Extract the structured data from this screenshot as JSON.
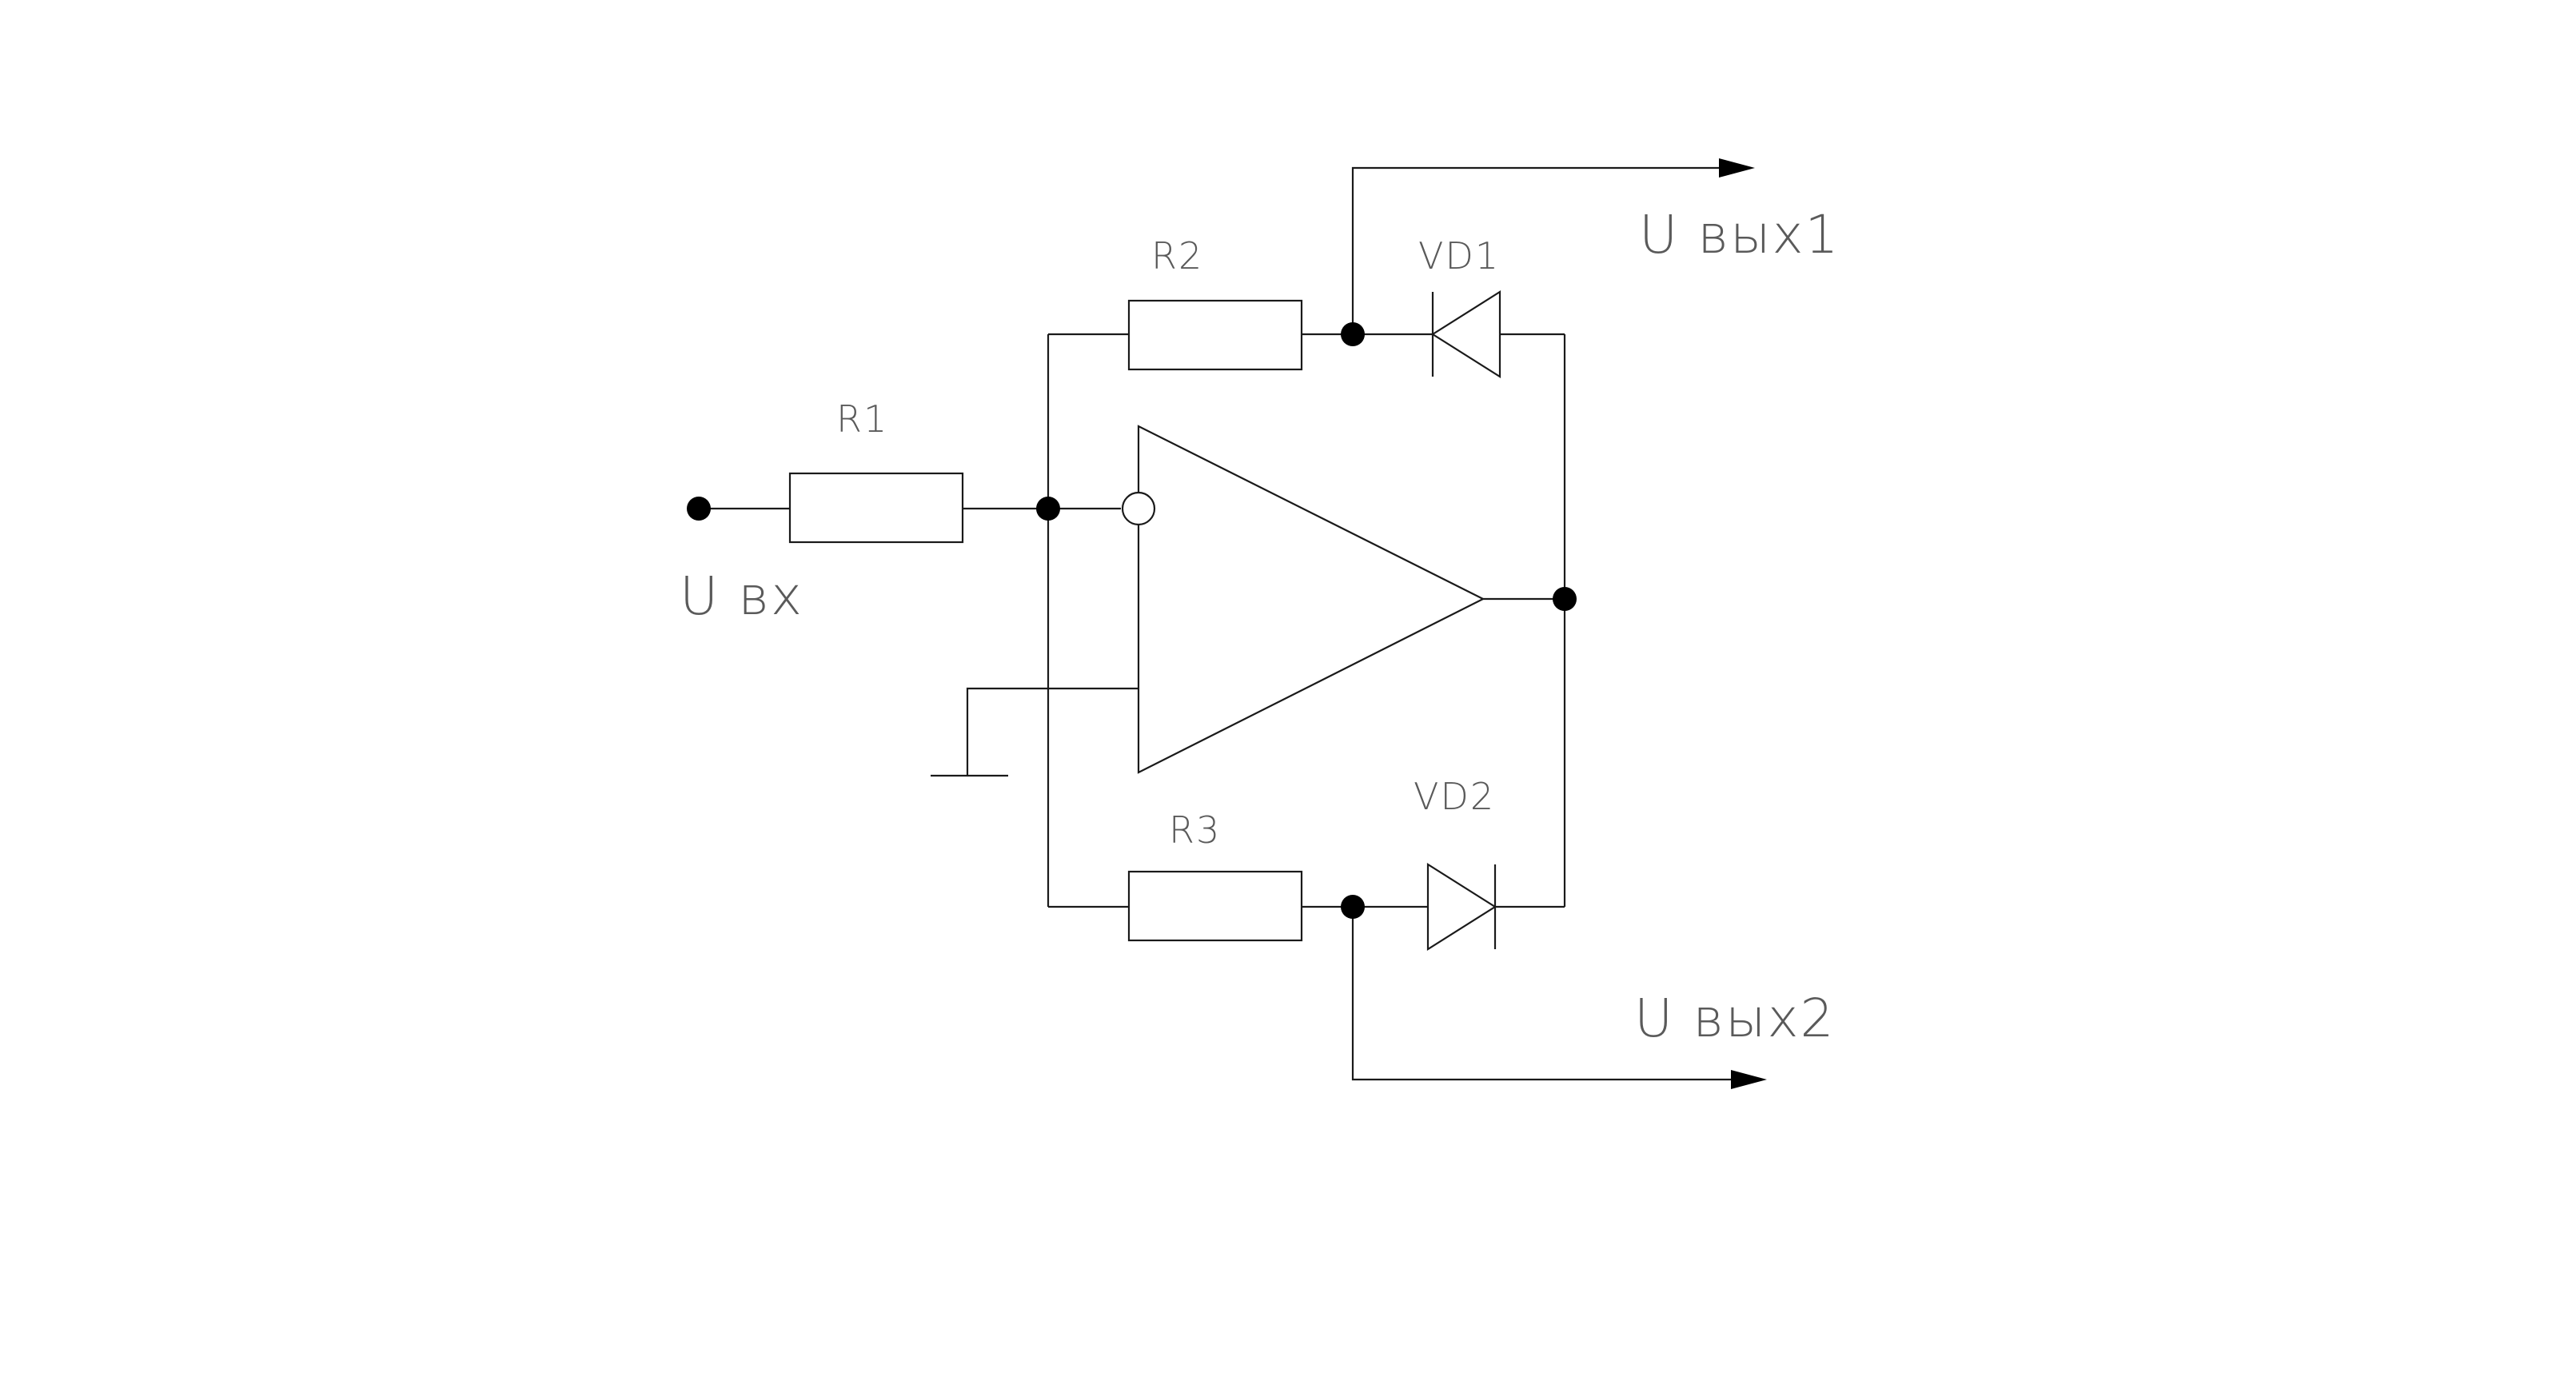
{
  "diagram": {
    "resistors": [
      {
        "id": "r1",
        "label": "R1"
      },
      {
        "id": "r2",
        "label": "R2"
      },
      {
        "id": "r3",
        "label": "R3"
      }
    ],
    "diodes": [
      {
        "id": "vd1",
        "label": "VD1"
      },
      {
        "id": "vd2",
        "label": "VD2"
      }
    ],
    "terminals": {
      "input": "U вх",
      "output1": "U вых1",
      "output2": "U вых2"
    },
    "colors": {
      "line": "#1a1a1a",
      "node": "#000000",
      "label": "#5a5a5a",
      "background": "#ffffff"
    }
  }
}
